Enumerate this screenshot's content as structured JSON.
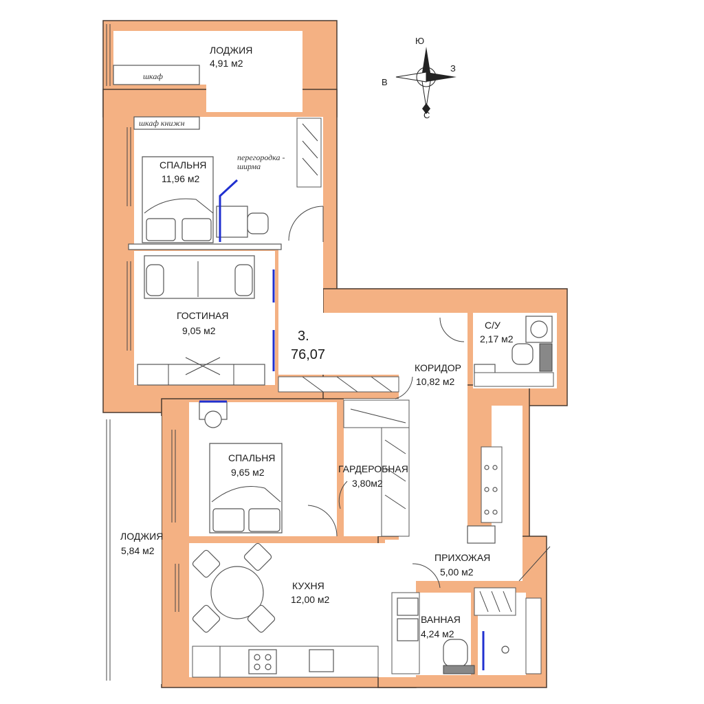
{
  "apartment": {
    "number": "3.",
    "total_area": "76,07"
  },
  "compass": {
    "north": "Ю",
    "east": "З",
    "west": "В",
    "south": "С"
  },
  "rooms": {
    "loggia_top": {
      "name": "ЛОДЖИЯ",
      "area": "4,91 м2"
    },
    "bedroom_1": {
      "name": "СПАЛЬНЯ",
      "area": "11,96  м2"
    },
    "living": {
      "name": "ГОСТИНАЯ",
      "area": "9,05 м2"
    },
    "bathroom_small": {
      "name": "С/У",
      "area": "2,17 м2"
    },
    "corridor": {
      "name": "КОРИДОР",
      "area": "10,82 м2"
    },
    "bedroom_2": {
      "name": "СПАЛЬНЯ",
      "area": "9,65  м2"
    },
    "wardrobe": {
      "name": "ГАРДЕРОБНАЯ",
      "area": "3,80м2"
    },
    "loggia_left": {
      "name": "ЛОДЖИЯ",
      "area": "5,84 м2"
    },
    "hall": {
      "name": "ПРИХОЖАЯ",
      "area": "5,00 м2"
    },
    "kitchen": {
      "name": "КУХНЯ",
      "area": "12,00 м2"
    },
    "bath": {
      "name": "ВАННАЯ",
      "area": "4,24 м2"
    }
  },
  "notes": {
    "wardrobe_loggia": "шкаф",
    "bookshelf": "шкаф  книжн",
    "partition_line1": "перегородка -",
    "partition_line2": "ширма"
  },
  "colors": {
    "wall": "#f4b183",
    "partition": "#2030d0"
  }
}
